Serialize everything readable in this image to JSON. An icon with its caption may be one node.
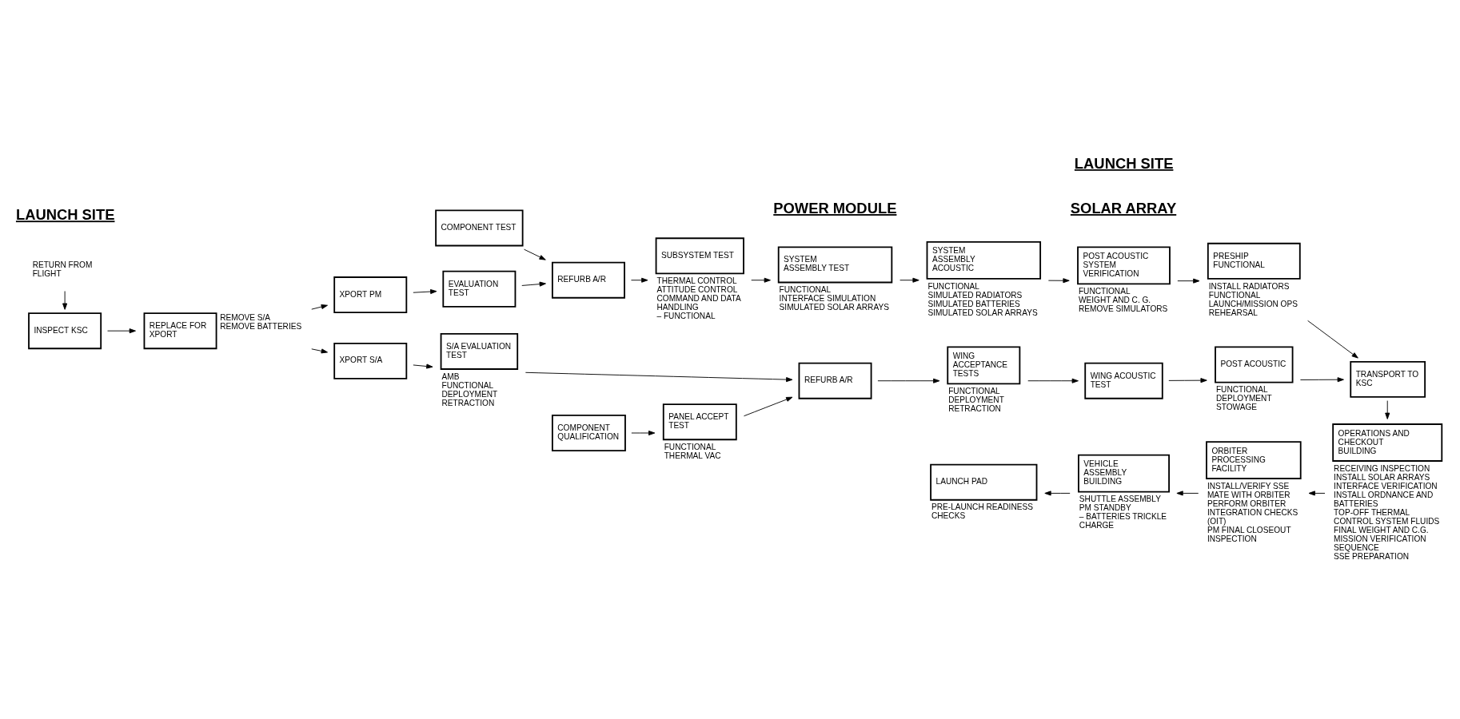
{
  "diagram": {
    "nodes": [
      {
        "text": [
          "COMPONENT TEST"
        ]
      },
      {
        "text": [
          "XPORT PM"
        ]
      },
      {
        "text": [
          "EVALUATION TEST"
        ]
      },
      {
        "text": [
          "REFURB A/R"
        ]
      },
      {
        "text": [
          "SUBSYSTEM TEST"
        ],
        "beside": [
          "THERMAL CONTROL",
          "ATTITUDE CONTROL",
          "COMMAND AND DATA HANDLING",
          "– FUNCTIONAL"
        ]
      },
      {
        "text": [
          "SYSTEM ASSEMBLY TEST"
        ],
        "beside": [
          "FUNCTIONAL",
          "INTERFACE SIMULATION",
          "SIMULATED SOLAR ARRAYS"
        ]
      },
      {
        "text": [
          "SYSTEM ASSEMBLY ACOUSTIC"
        ],
        "beside": [
          "FUNCTIONAL",
          "SIMULATED RADIATORS",
          "SIMULATED BATTERIES",
          "SIMULATED SOLAR ARRAYS"
        ]
      },
      {
        "text": [
          "POST ACOUSTIC SYSTEM VERIFICATION"
        ],
        "beside": [
          "FUNCTIONAL",
          "WEIGHT AND C. G.",
          "REMOVE SIMULATORS"
        ]
      },
      {
        "text": [
          "PRESHIP FUNCTIONAL"
        ],
        "beside": [
          "INSTALL RADIATORS",
          "FUNCTIONAL",
          "LAUNCH/MISSION OPS REHEARSAL"
        ]
      },
      {
        "text": [
          "INSPECT KSC"
        ]
      },
      {
        "text": [
          "REPLACE FOR XPORT"
        ],
        "beside": [
          "REMOVE S/A",
          "REMOVE BATTERIES"
        ]
      },
      {
        "text": [
          "RETURN FROM FLIGHT"
        ]
      },
      {
        "text": [
          "XPORT S/A"
        ]
      },
      {
        "text": [
          "S/A EVALUATION TEST"
        ],
        "beside": [
          "AMB",
          "FUNCTIONAL",
          "DEPLOYMENT",
          "RETRACTION"
        ]
      },
      {
        "text": [
          "REFURB A/R"
        ]
      },
      {
        "text": [
          "WING ACCEPTANCE TESTS"
        ],
        "beside": [
          "FUNCTIONAL",
          "DEPLOYMENT",
          "RETRACTION"
        ]
      },
      {
        "text": [
          "WING ACOUSTIC TEST"
        ]
      },
      {
        "text": [
          "POST ACOUSTIC"
        ],
        "beside": [
          "FUNCTIONAL",
          "DEPLOYMENT",
          "STOWAGE"
        ]
      },
      {
        "text": [
          "TRANSPORT TO KSC"
        ]
      },
      {
        "text": [
          "COMPONENT QUALIFICATION"
        ]
      },
      {
        "text": [
          "PANEL ACCEPT TEST"
        ],
        "beside": [
          "FUNCTIONAL",
          "THERMAL VAC"
        ]
      },
      {
        "text": [
          "LAUNCH PAD"
        ],
        "beside": [
          "PRE-LAUNCH READINESS CHECKS"
        ]
      },
      {
        "text": [
          "VEHICLE ASSEMBLY BUILDING"
        ],
        "beside": [
          "SHUTTLE ASSEMBLY",
          "PM STANDBY",
          "– BATTERIES TRICKLE CHARGE"
        ]
      },
      {
        "text": [
          "ORBITER PROCESSING FACILITY"
        ],
        "beside": [
          "INSTALL/VERIFY SSE",
          "MATE WITH ORBITER",
          "PERFORM ORBITER INTEGRATION CHECKS (OIT)",
          "PM FINAL CLOSEOUT INSPECTION"
        ]
      },
      {
        "text": [
          "OPERATIONS AND CHECKOUT BUILDING"
        ],
        "beside": [
          "RECEIVING INSPECTION",
          "INSTALL SOLAR ARRAYS",
          "INTERFACE VERIFICATION",
          "INSTALL ORDNANCE AND BATTERIES",
          "TOP-OFF THERMAL CONTROL SYSTEM FLUIDS",
          "FINAL WEIGHT AND C.G.",
          "MISSION VERIFICATION SEQUENCE",
          "SSE PREPARATION"
        ]
      }
    ],
    "edges": [
      {
        "from": 0,
        "to": 3,
        "arrow": "to"
      },
      {
        "from": 1,
        "to": 2,
        "arrow": "to"
      },
      {
        "from": 2,
        "to": 3,
        "arrow": "to"
      },
      {
        "from": 3,
        "to": 4,
        "arrow": "to"
      },
      {
        "from": 4,
        "to": 5,
        "arrow": "to"
      },
      {
        "from": 5,
        "to": 6,
        "arrow": "to"
      },
      {
        "from": 6,
        "to": 7,
        "arrow": "to"
      },
      {
        "from": 7,
        "to": 8,
        "arrow": "to"
      },
      {
        "from": 8,
        "to": 18,
        "arrow": "to"
      },
      {
        "from": 11,
        "to": 9,
        "arrow": "to"
      },
      {
        "from": 9,
        "to": 10,
        "arrow": "to"
      },
      {
        "from": 10,
        "to": 1,
        "arrow": "to"
      },
      {
        "from": 10,
        "to": 12,
        "arrow": "to"
      },
      {
        "from": 12,
        "to": 13,
        "arrow": "to"
      },
      {
        "from": 13,
        "to": 14,
        "arrow": "to"
      },
      {
        "from": 14,
        "to": 15,
        "arrow": "to"
      },
      {
        "from": 15,
        "to": 16,
        "arrow": "to"
      },
      {
        "from": 16,
        "to": 17,
        "arrow": "to"
      },
      {
        "from": 17,
        "to": 18,
        "arrow": "to"
      },
      {
        "from": 19,
        "to": 20,
        "arrow": "to"
      },
      {
        "from": 20,
        "to": 14,
        "arrow": "to"
      },
      {
        "from": 18,
        "to": 24,
        "arrow": "to"
      },
      {
        "from": 24,
        "to": 23,
        "arrow": "to"
      },
      {
        "from": 23,
        "to": 22,
        "arrow": "to"
      },
      {
        "from": 22,
        "to": 21,
        "arrow": "to"
      }
    ],
    "labels": [
      "POWER MODULE",
      "LAUNCH SITE",
      "SOLAR ARRAY",
      "LAUNCH SITE"
    ]
  }
}
